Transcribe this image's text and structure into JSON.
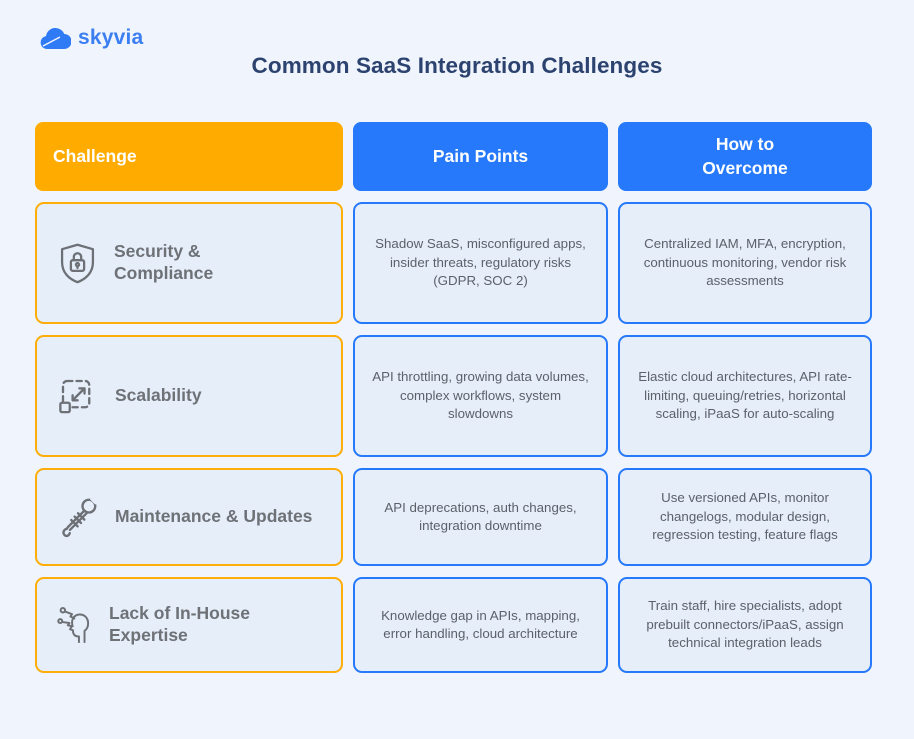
{
  "logo": {
    "text": "skyvia",
    "icon": "cloud-icon",
    "color": "#3b7ff2"
  },
  "title": "Common SaaS Integration Challenges",
  "colors": {
    "page_background": "#f0f4fc",
    "cell_background": "#e6eefa",
    "header_orange": "#ffab00",
    "header_blue": "#2679fb",
    "title_navy": "#2c4370",
    "label_gray": "#6e7277",
    "body_gray": "#5c6169"
  },
  "table": {
    "headers": {
      "challenge": "Challenge",
      "pain": "Pain Points",
      "overcome_line1": "How to",
      "overcome_line2": "Overcome"
    },
    "rows": [
      {
        "icon": "shield-lock-icon",
        "challenge": "Security & Compliance",
        "pain": "Shadow SaaS, misconfigured apps, insider threats, regulatory risks (GDPR, SOC 2)",
        "overcome": "Centralized IAM, MFA, encryption, continuous monitoring, vendor risk assessments"
      },
      {
        "icon": "scale-expand-icon",
        "challenge": "Scalability",
        "pain": "API throttling, growing data volumes, complex workflows, system slowdowns",
        "overcome": "Elastic cloud architectures, API rate-limiting, queuing/retries, horizontal scaling, iPaaS for auto-scaling"
      },
      {
        "icon": "wrench-hand-icon",
        "challenge": "Maintenance & Updates",
        "pain": "API deprecations, auth changes, integration downtime",
        "overcome": "Use versioned APIs, monitor changelogs, modular design, regression testing, feature flags"
      },
      {
        "icon": "head-network-icon",
        "challenge": "Lack of In-House Expertise",
        "pain": "Knowledge gap in APIs, mapping, error handling, cloud architecture",
        "overcome": "Train staff, hire specialists, adopt prebuilt connectors/iPaaS, assign technical integration leads"
      }
    ]
  }
}
